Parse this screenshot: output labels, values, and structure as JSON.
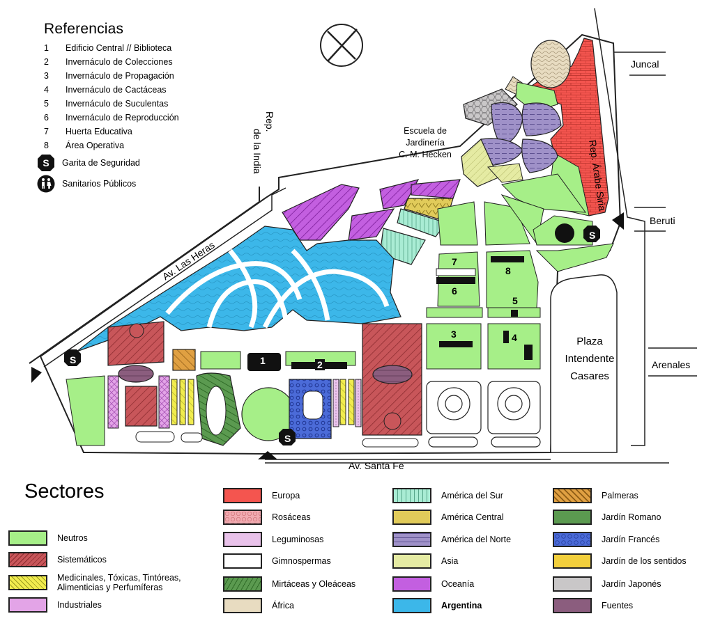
{
  "references": {
    "title": "Referencias",
    "items": [
      {
        "num": "1",
        "label": "Edificio Central // Biblioteca"
      },
      {
        "num": "2",
        "label": "Invernáculo de Colecciones"
      },
      {
        "num": "3",
        "label": "Invernáculo de Propagación"
      },
      {
        "num": "4",
        "label": "Invernáculo de Cactáceas"
      },
      {
        "num": "5",
        "label": "Invernáculo de Suculentas"
      },
      {
        "num": "6",
        "label": "Invernáculo de Reproducción"
      },
      {
        "num": "7",
        "label": "Huerta Educativa"
      },
      {
        "num": "8",
        "label": "Área Operativa"
      }
    ],
    "security_label": "Garita de Seguridad",
    "toilets_label": "Sanitarios Públicos",
    "security_symbol": "S"
  },
  "streets": {
    "juncal": "Juncal",
    "rep_arabe_siria": "Rep. Árabe Siria",
    "rep_india_line1": "Rep.",
    "rep_india_line2": "de la India",
    "las_heras": "Av. Las Heras",
    "beruti": "Beruti",
    "arenales": "Arenales",
    "santa_fe": "Av. Santa Fe"
  },
  "school": {
    "line1": "Escuela de",
    "line2": "Jardinería",
    "line3": "C. M. Hecken"
  },
  "plaza": {
    "line1": "Plaza",
    "line2": "Intendente",
    "line3": "Casares"
  },
  "building_labels": [
    "1",
    "2",
    "3",
    "4",
    "5",
    "6",
    "7",
    "8"
  ],
  "sectors": {
    "title": "Sectores",
    "col1": [
      {
        "label": "Neutros",
        "color": "#a6ef88"
      },
      {
        "label": "Sistemáticos",
        "color": "#c8565a"
      },
      {
        "label": "Medicinales, Tóxicas, Tintóreas,",
        "label2": "Alimenticias y Perfumíferas",
        "color": "#f1ec4e"
      },
      {
        "label": "Industriales",
        "color": "#e3a4e7"
      }
    ],
    "col2": [
      {
        "label": "Europa",
        "color": "#f4554f"
      },
      {
        "label": "Rosáceas",
        "color": "#f0aab0"
      },
      {
        "label": "Leguminosas",
        "color": "#e9c2ea"
      },
      {
        "label": "Gimnospermas",
        "color": "#ffffff"
      },
      {
        "label": "Mirtáceas y Oleáceas",
        "color": "#5b9a50"
      },
      {
        "label": "África",
        "color": "#e8dcc1"
      }
    ],
    "col3": [
      {
        "label": "América del Sur",
        "color": "#a9ecd4"
      },
      {
        "label": "América Central",
        "color": "#e1cb5a"
      },
      {
        "label": "América del Norte",
        "color": "#9f91c8"
      },
      {
        "label": "Asia",
        "color": "#e5eba3"
      },
      {
        "label": "Oceanía",
        "color": "#c35fe0"
      },
      {
        "label": "Argentina",
        "color": "#3cb7e9"
      }
    ],
    "col4": [
      {
        "label": "Palmeras",
        "color": "#e0a042"
      },
      {
        "label": "Jardín Romano",
        "color": "#5b9a50"
      },
      {
        "label": "Jardín Francés",
        "color": "#4b6bd8"
      },
      {
        "label": "Jardín de los sentidos",
        "color": "#f2cf3c"
      },
      {
        "label": "Jardín Japonés",
        "color": "#c9c7c8"
      },
      {
        "label": "Fuentes",
        "color": "#8b5d7e"
      }
    ]
  }
}
